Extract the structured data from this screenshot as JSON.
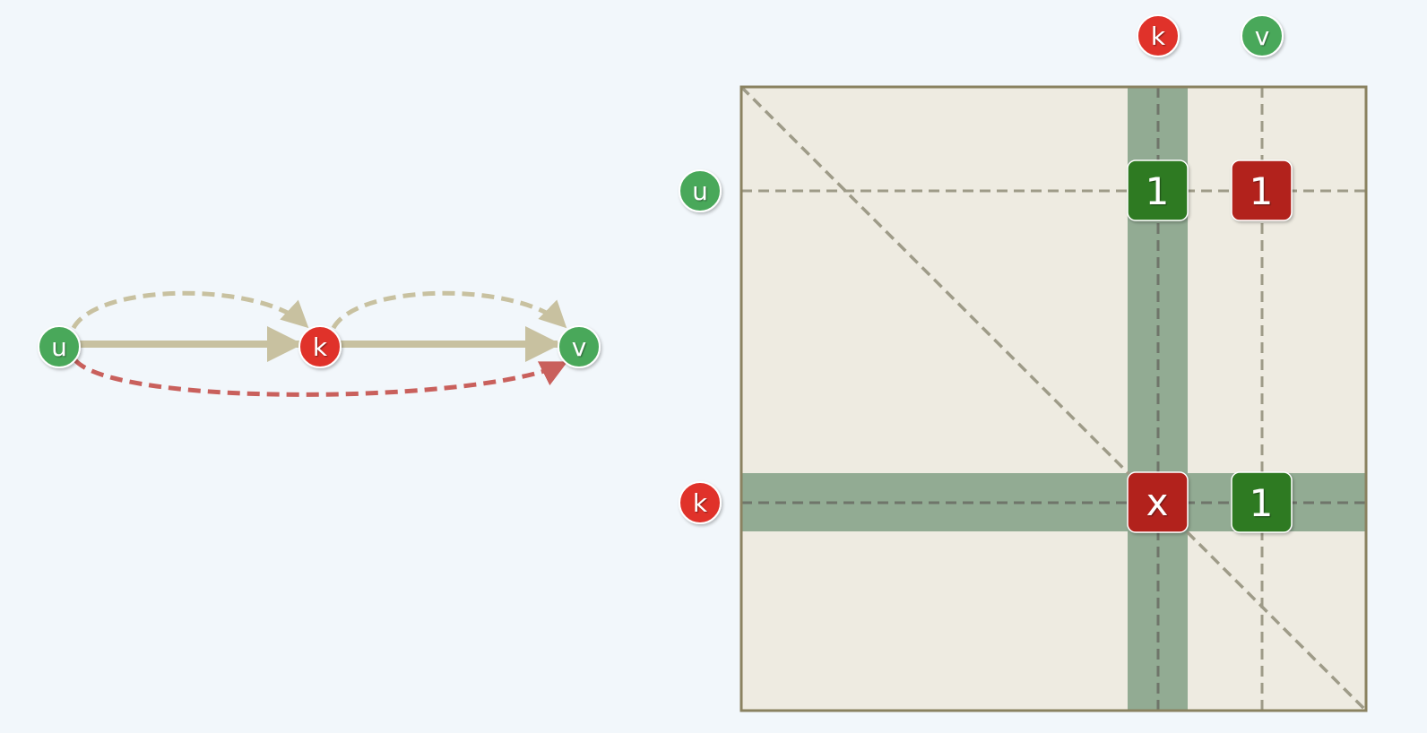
{
  "colors": {
    "background": "#f2f7fb",
    "node_green": "#4aa85a",
    "node_red": "#e0332b",
    "edge_tan": "#c8c1a0",
    "edge_red_dashed": "#c9605c",
    "matrix_fill": "#eeebe1",
    "matrix_border": "#8a8260",
    "highlight_band": "#92ab93",
    "cell_green": "#2f7a20",
    "cell_red": "#b2221c",
    "dash_line": "#9e9b88"
  },
  "graph": {
    "nodes": [
      {
        "id": "u",
        "label": "u",
        "color": "green"
      },
      {
        "id": "k",
        "label": "k",
        "color": "red"
      },
      {
        "id": "v",
        "label": "v",
        "color": "green"
      }
    ],
    "edges": [
      {
        "from": "u",
        "to": "k",
        "style": "solid"
      },
      {
        "from": "k",
        "to": "v",
        "style": "solid"
      },
      {
        "from": "u",
        "to": "k",
        "style": "dashed"
      },
      {
        "from": "k",
        "to": "v",
        "style": "dashed"
      },
      {
        "from": "u",
        "to": "v",
        "style": "dashed-red"
      }
    ]
  },
  "matrix": {
    "column_labels": [
      {
        "label": "k",
        "color": "red"
      },
      {
        "label": "v",
        "color": "green"
      }
    ],
    "row_labels": [
      {
        "label": "u",
        "color": "green"
      },
      {
        "label": "k",
        "color": "red"
      }
    ],
    "cells": [
      {
        "row": "u",
        "col": "k",
        "value": "1",
        "color": "green"
      },
      {
        "row": "u",
        "col": "v",
        "value": "1",
        "color": "red"
      },
      {
        "row": "k",
        "col": "k",
        "value": "x",
        "color": "red"
      },
      {
        "row": "k",
        "col": "v",
        "value": "1",
        "color": "green"
      }
    ]
  }
}
